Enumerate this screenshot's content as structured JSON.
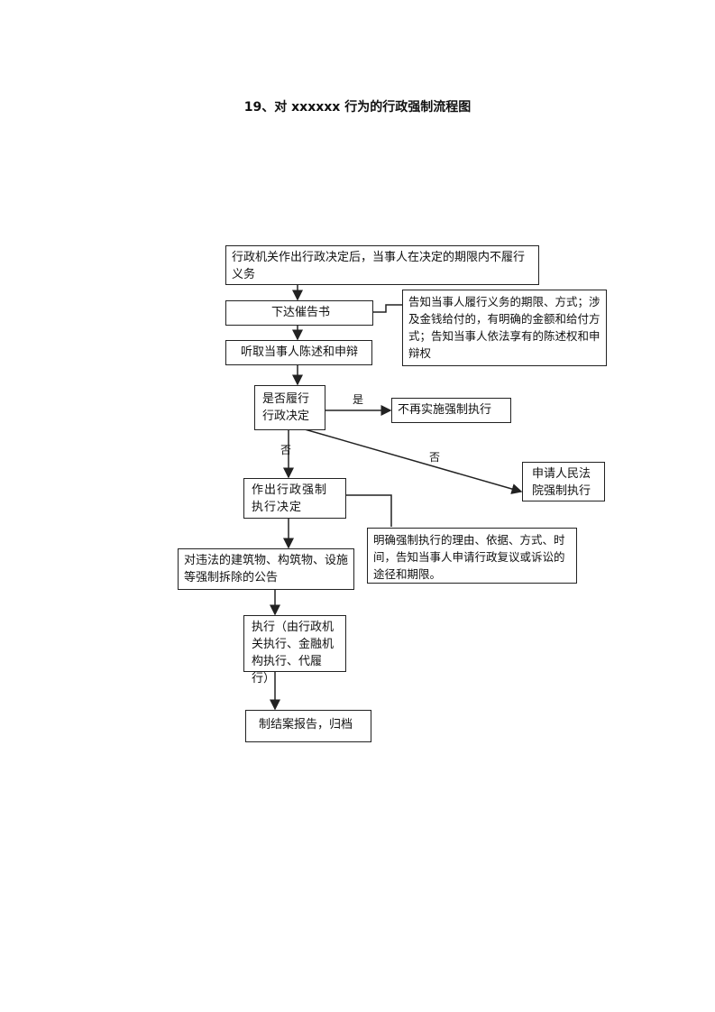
{
  "title": "19、对 xxxxxx 行为的行政强制流程图",
  "nodes": {
    "start": "行政机关作出行政决定后，当事人在决定的期限内不履行义务",
    "notice": "下达催告书",
    "notice_note": "告知当事人履行义务的期限、方式；涉及金钱给付的，有明确的金额和给付方式；告知当事人依法享有的陈述权和申辩权",
    "hearing": "听取当事人陈述和申辩",
    "decision_check": "是否履行行政决定",
    "no_enforce": "不再实施强制执行",
    "apply_court": "申请人民法院强制执行",
    "make_decision": "作出行政强制执行决定",
    "decision_note": "明确强制执行的理由、依据、方式、时间，告知当事人申请行政复议或诉讼的途径和期限。",
    "announcement": "对违法的建筑物、构筑物、设施等强制拆除的公告",
    "execute": "执行（由行政机关执行、金融机构执行、代履行）",
    "close": "制结案报告，归档"
  },
  "edge_labels": {
    "yes": "是",
    "no_down": "否",
    "no_court": "否"
  }
}
